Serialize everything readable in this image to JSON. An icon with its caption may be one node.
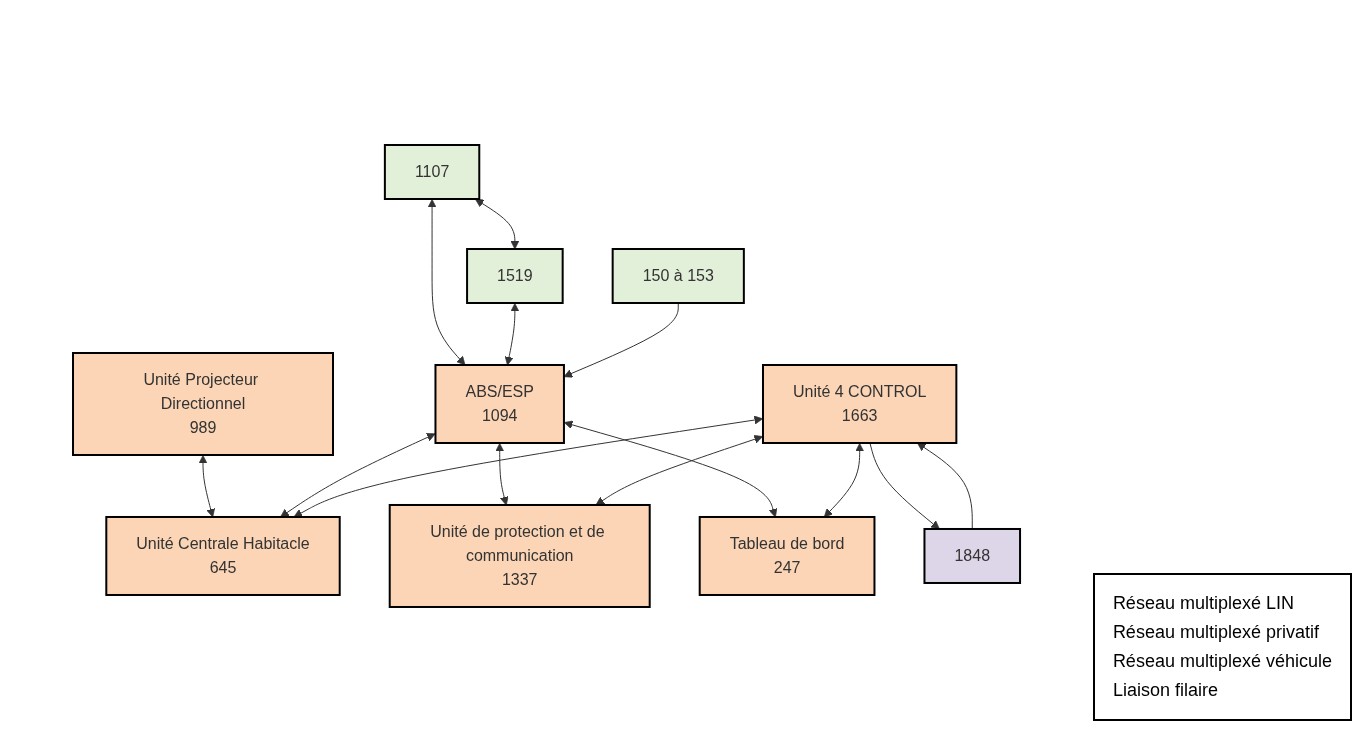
{
  "diagram": {
    "nodes": [
      {
        "text": [
          "Unité Projecteur Directionnel",
          "989"
        ]
      },
      {
        "text": [
          "Unité Centrale Habitacle",
          "645"
        ]
      },
      {
        "text": [
          "Unité de protection et de communication",
          "1337"
        ]
      },
      {
        "text": [
          "Tableau de bord",
          "247"
        ]
      },
      {
        "text": [
          "1107"
        ]
      },
      {
        "text": [
          "ABS/ESP",
          "1094"
        ]
      },
      {
        "text": [
          "Unité 4 CONTROL",
          "1663"
        ]
      },
      {
        "text": [
          "1848"
        ]
      },
      {
        "text": [
          "1519"
        ]
      },
      {
        "text": [
          "150 à 153"
        ]
      }
    ],
    "edges": [
      {
        "from": 0,
        "to": 1,
        "arrow": "both"
      },
      {
        "from": 5,
        "to": 1,
        "arrow": "both"
      },
      {
        "from": 5,
        "to": 2,
        "arrow": "both"
      },
      {
        "from": 5,
        "to": 3,
        "arrow": "both"
      },
      {
        "from": 6,
        "to": 1,
        "arrow": "both"
      },
      {
        "from": 6,
        "to": 2,
        "arrow": "both"
      },
      {
        "from": 6,
        "to": 3,
        "arrow": "both"
      },
      {
        "from": 4,
        "to": 8,
        "arrow": "both"
      },
      {
        "from": 4,
        "to": 5,
        "arrow": "both"
      },
      {
        "from": 8,
        "to": 5,
        "arrow": "both"
      },
      {
        "from": 9,
        "to": 5,
        "arrow": "to"
      },
      {
        "from": 6,
        "to": 7,
        "arrow": "to"
      },
      {
        "from": 7,
        "to": 6,
        "arrow": "to"
      }
    ],
    "legend": [
      {
        "text": "Réseau multiplexé LIN"
      },
      {
        "text": "Réseau multiplexé privatif"
      },
      {
        "text": "Réseau multiplexé véhicule"
      },
      {
        "text": "Liaison filaire"
      }
    ]
  }
}
